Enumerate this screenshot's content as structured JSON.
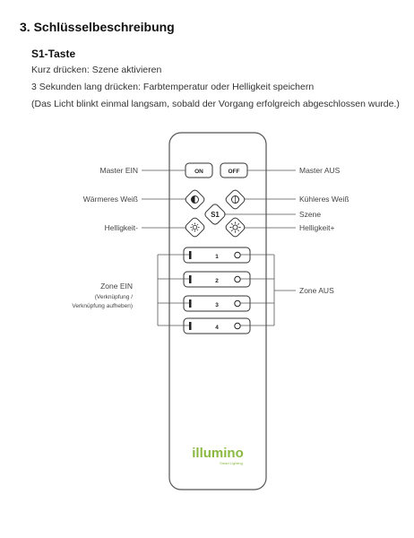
{
  "heading": "3. Schlüsselbeschreibung",
  "subheading": "S1-Taste",
  "lines": [
    "Kurz drücken: Szene aktivieren",
    "3 Sekunden lang drücken: Farbtemperatur oder Helligkeit speichern",
    "(Das Licht blinkt einmal langsam, sobald der Vorgang erfolgreich abgeschlossen wurde.)"
  ],
  "remote": {
    "on_label": "ON",
    "off_label": "OFF",
    "scene_label": "S1",
    "zones": [
      "1",
      "2",
      "3",
      "4"
    ],
    "brand": "illumino",
    "brand_tagline": "Smart Lighting",
    "brand_color": "#8ab840"
  },
  "callouts": {
    "master_on": "Master EIN",
    "master_off": "Master AUS",
    "warmer": "Wärmeres Weiß",
    "cooler": "Kühleres Weiß",
    "scene": "Szene",
    "brightness_down": "Helligkeit-",
    "brightness_up": "Helligkeit+",
    "zone_on": "Zone EIN",
    "zone_on_note1": "(Verknüpfung /",
    "zone_on_note2": "Verknüpfung aufheben)",
    "zone_off": "Zone AUS"
  }
}
